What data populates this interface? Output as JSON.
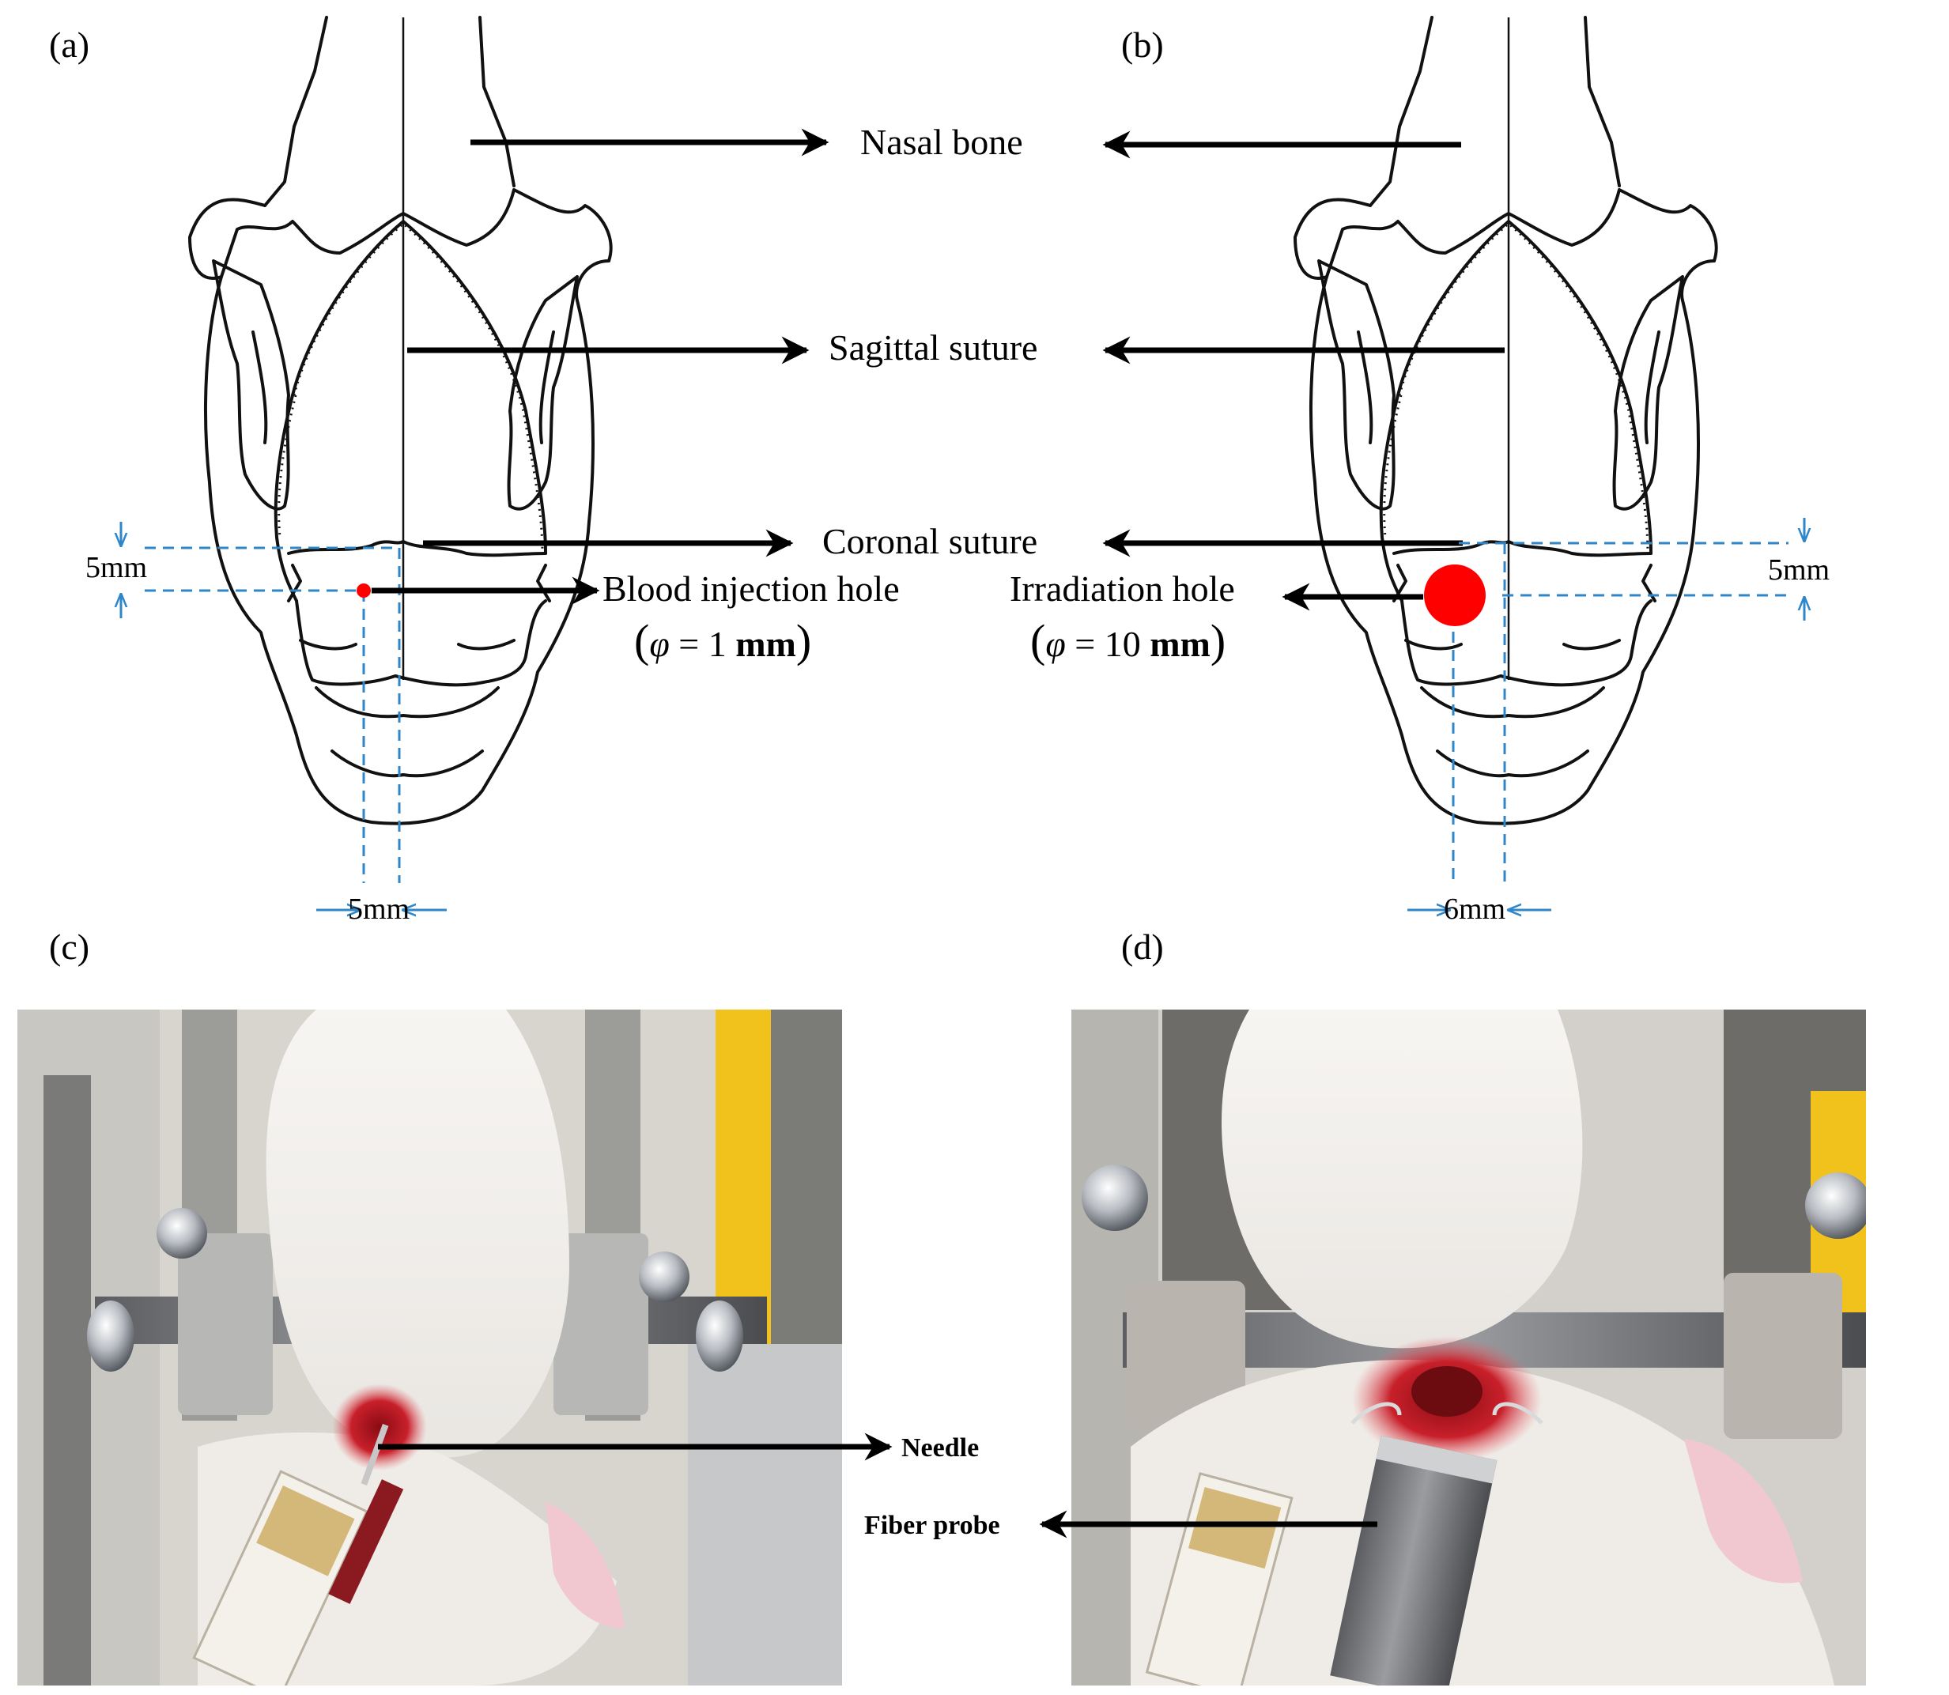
{
  "panels": {
    "a": {
      "tag": "(a)"
    },
    "b": {
      "tag": "(b)"
    },
    "c": {
      "tag": "(c)"
    },
    "d": {
      "tag": "(d)"
    }
  },
  "labels": {
    "nasal_bone": "Nasal bone",
    "sagittal_suture": "Sagittal suture",
    "coronal_suture": "Coronal suture",
    "blood_injection_hole": "Blood injection hole",
    "blood_injection_phi": "φ",
    "blood_injection_eq": " = 1 ",
    "blood_injection_unit": "mm",
    "irradiation_hole": "Irradiation hole",
    "irradiation_phi": "φ",
    "irradiation_eq": " = 10 ",
    "irradiation_unit": "mm",
    "needle": "Needle",
    "fiber_probe": "Fiber probe"
  },
  "dimensions": {
    "a_vertical": "5mm",
    "a_horizontal": "5mm",
    "b_vertical": "5mm",
    "b_horizontal": "6mm"
  },
  "colors": {
    "hole": "#ff0000",
    "guide": "#2f86c8",
    "ink": "#000000"
  }
}
